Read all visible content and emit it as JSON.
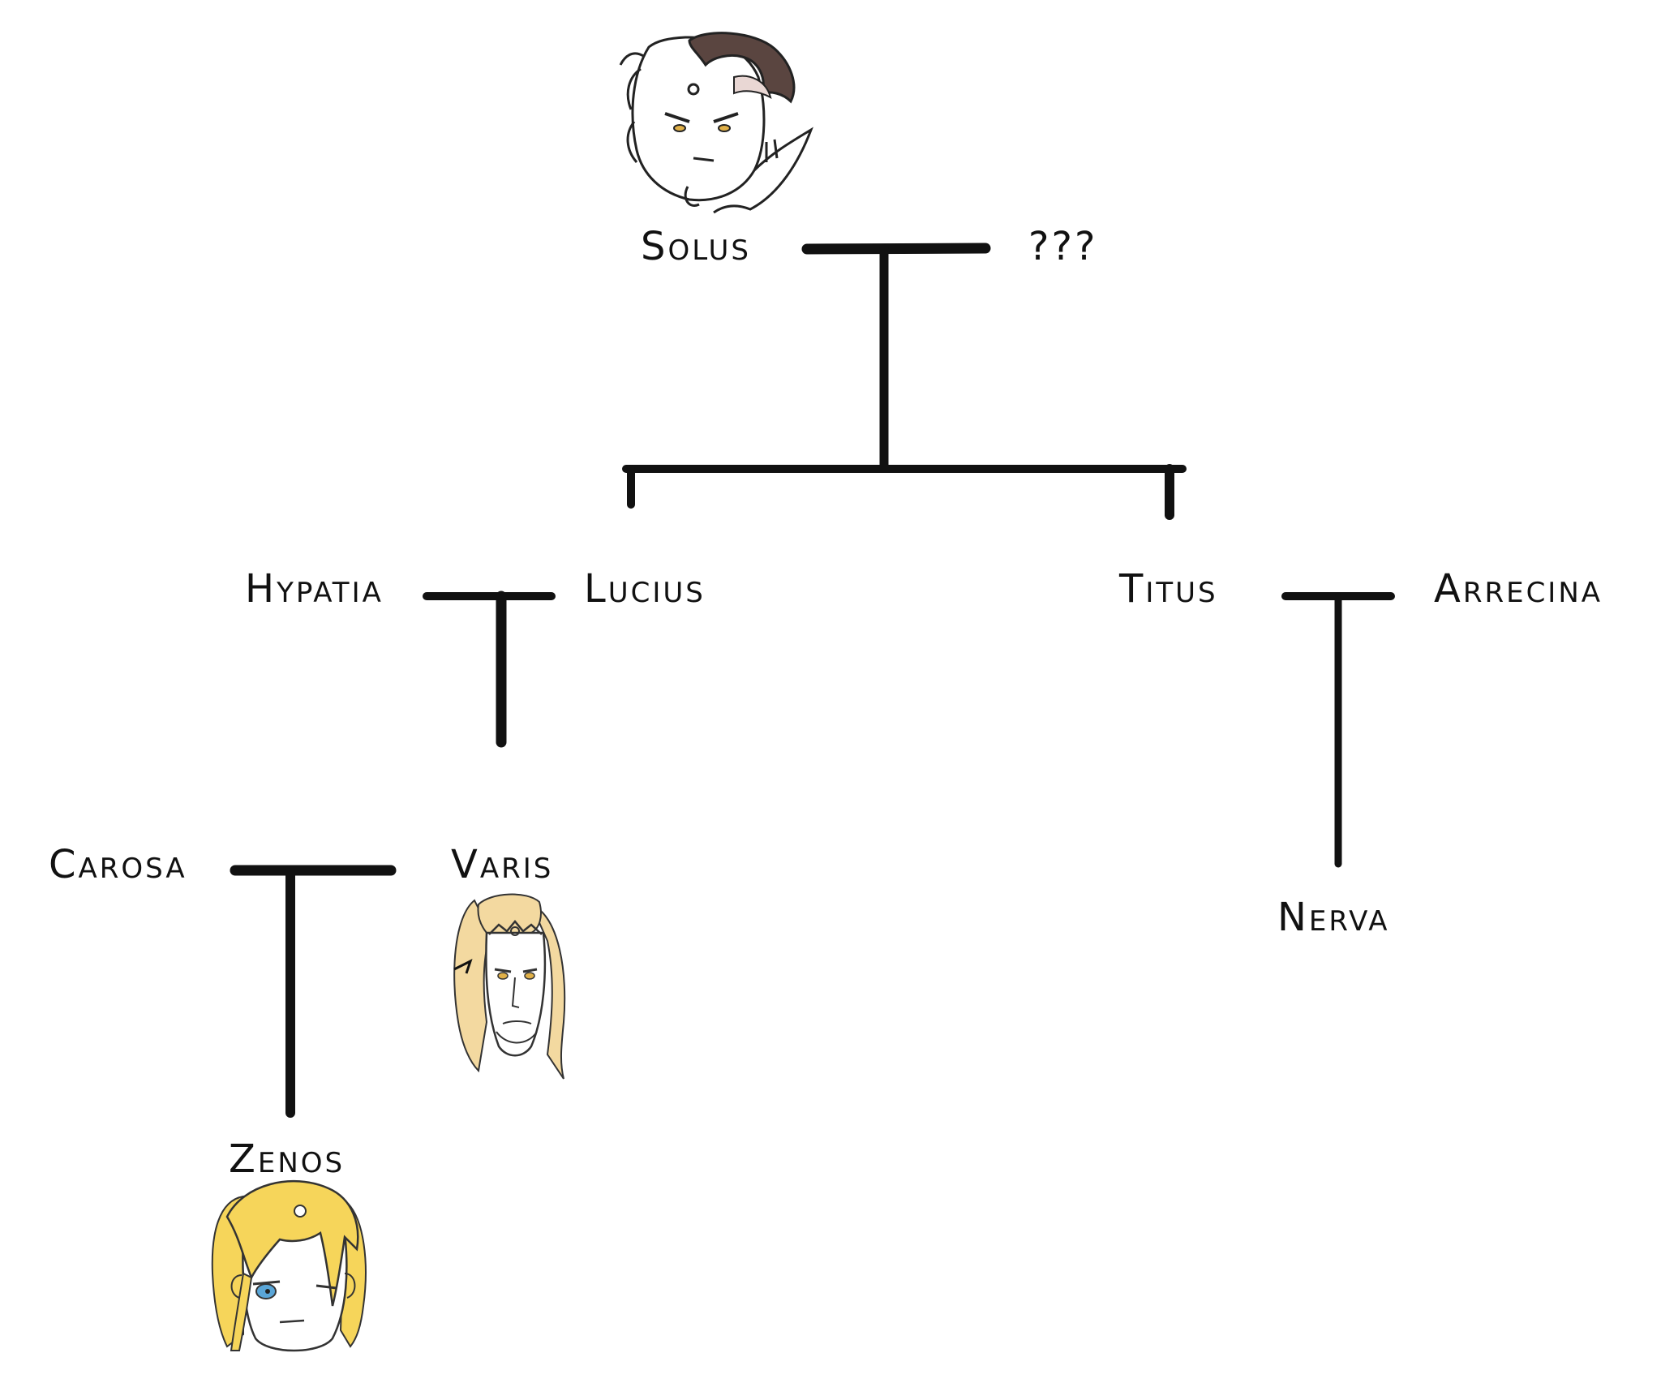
{
  "colors": {
    "ink": "#111111",
    "background": "#ffffff",
    "blonde_hair": "#f6d55a",
    "pale_gold_hair": "#f3d9a0",
    "brown_hair": "#5a4540",
    "eye_gold": "#e0b048",
    "eye_blue": "#5aa6d8"
  },
  "people": {
    "solus": "Solus",
    "unknown": "???",
    "hypatia": "Hypatia",
    "lucius": "Lucius",
    "titus": "Titus",
    "arrecina": "Arrecina",
    "carosa": "Carosa",
    "varis": "Varis",
    "nerva": "Nerva",
    "zenos": "Zenos"
  },
  "portraits": [
    {
      "person": "Solus",
      "icon": "brown-haired-man-portrait-icon"
    },
    {
      "person": "Varis",
      "icon": "pale-blonde-crowned-man-portrait-icon"
    },
    {
      "person": "Zenos",
      "icon": "blonde-blue-eyed-man-portrait-icon"
    }
  ]
}
